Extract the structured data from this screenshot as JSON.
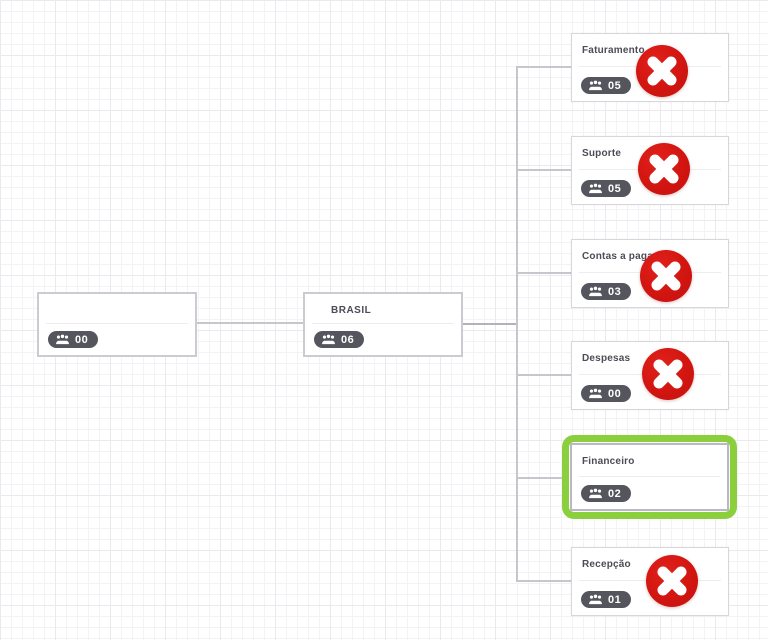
{
  "chart": {
    "root": {
      "title": "",
      "count": "00"
    },
    "parent": {
      "title": "BRASIL",
      "count": "06"
    },
    "children": [
      {
        "title": "Faturamento",
        "count": "05",
        "deletable": true,
        "selected": false
      },
      {
        "title": "Suporte",
        "count": "05",
        "deletable": true,
        "selected": false
      },
      {
        "title": "Contas a pagar",
        "count": "03",
        "deletable": true,
        "selected": false
      },
      {
        "title": "Despesas",
        "count": "00",
        "deletable": true,
        "selected": false
      },
      {
        "title": "Financeiro",
        "count": "02",
        "deletable": false,
        "selected": true
      },
      {
        "title": "Recepção",
        "count": "01",
        "deletable": true,
        "selected": false
      }
    ]
  },
  "colors": {
    "selection_green": "#8bcf3d",
    "delete_red": "#d21510",
    "badge_background": "#55555e",
    "connector_gray": "#c6c6cc"
  }
}
